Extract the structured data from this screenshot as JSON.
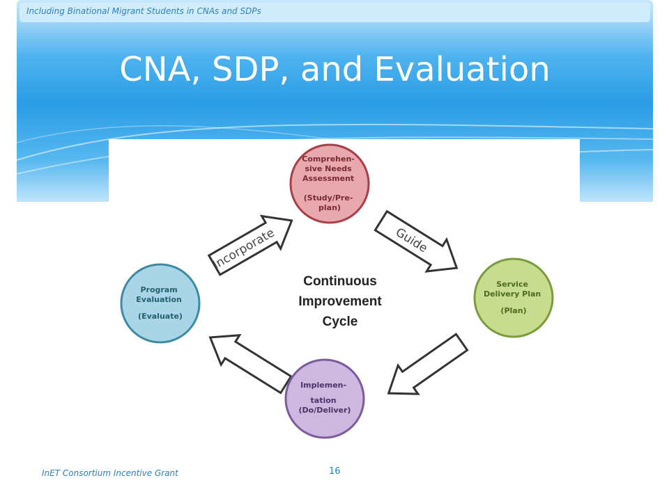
{
  "header": {
    "subtitle": "Including Binational Migrant Students in CNAs and SDPs",
    "title": "CNA, SDP, and Evaluation"
  },
  "diagram": {
    "center_label": [
      "Continuous",
      "Improvement",
      "Cycle"
    ],
    "nodes": {
      "cna": {
        "lines": [
          "Comprehen-",
          "sive Needs",
          "Assessment",
          "(Study/Pre-",
          "plan)"
        ],
        "color": "#a93e46",
        "fill": "#e8a9ae"
      },
      "sdp": {
        "lines": [
          "Service",
          "Delivery Plan",
          "(Plan)"
        ],
        "color": "#7a9c3a",
        "fill": "#c7dc8f"
      },
      "implementation": {
        "lines": [
          "Implemen-",
          "tation",
          "(Do/Deliver)"
        ],
        "color": "#7c5a9c",
        "fill": "#cdb8e0"
      },
      "evaluation": {
        "lines": [
          "Program",
          "Evaluation",
          "(Evaluate)"
        ],
        "color": "#3f8aa3",
        "fill": "#a8d6e6"
      }
    },
    "arrows": {
      "guide": "Guide",
      "incorporate": "Incorporate"
    }
  },
  "footer": {
    "grant": "InET Consortium Incentive Grant",
    "page_number": "16"
  }
}
